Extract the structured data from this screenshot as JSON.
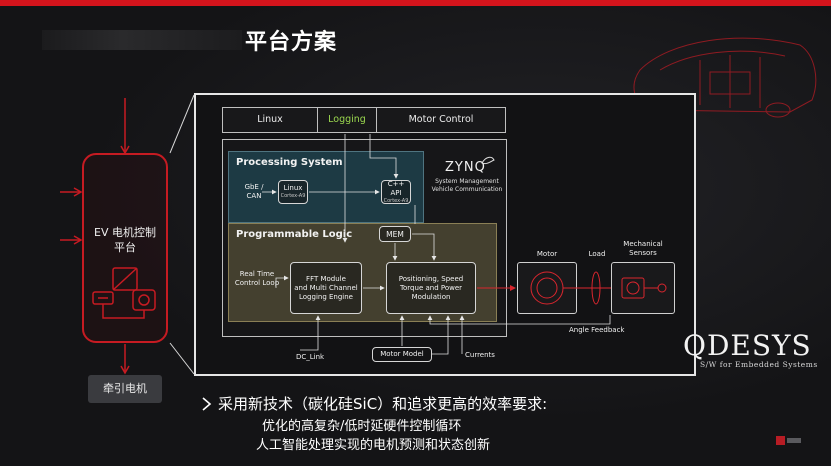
{
  "title": "平台方案",
  "ev_controller": {
    "label": "EV 电机控制\n平台"
  },
  "traction_motor": {
    "label": "牵引电机"
  },
  "software_layers": [
    "Linux",
    "Logging",
    "Motor Control"
  ],
  "zynq": {
    "brand": "ZYNQ",
    "subtitle": "System Management\nVehicle Communication"
  },
  "processing_system": {
    "title": "Processing System",
    "interface_label": "GbE /\nCAN",
    "linux_core": {
      "name": "Linux",
      "core": "Cortex-A9"
    },
    "cpp_core": {
      "name": "C++ API",
      "core": "Cortex-A9"
    }
  },
  "programmable_logic": {
    "title": "Programmable Logic",
    "mem": "MEM",
    "loop_label": "Real Time\nControl Loop",
    "fft_module": "FFT Module\nand Multi Channel\nLogging Engine",
    "modulation": "Positioning, Speed\nTorque and Power\nModulation"
  },
  "sensors": {
    "motor": "Motor",
    "load": "Load",
    "mechanical": "Mechanical\nSensors"
  },
  "feedback": {
    "angle": "Angle Feedback",
    "dc_link": "DC_Link",
    "motor_model": "Motor Model",
    "currents": "Currents"
  },
  "logo": {
    "name": "QDESYS",
    "tagline": "S/W for Embedded Systems"
  },
  "bullets": {
    "main": "采用新技术（碳化硅SiC）和追求更高的效率要求:",
    "sub1": "优化的高复杂/低时延硬件控制循环",
    "sub2": "人工智能处理实现的电机预测和状态创新"
  },
  "colors": {
    "accent_red": "#d4141c",
    "highlight_green": "#9bd84f",
    "ps_fill": "#1d3a44",
    "pl_fill": "#44402f"
  }
}
